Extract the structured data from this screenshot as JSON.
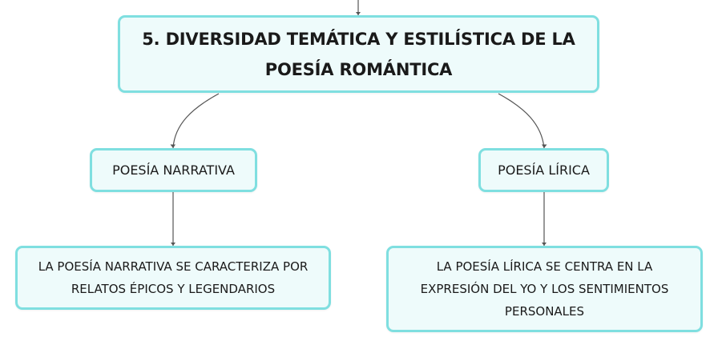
{
  "diagram": {
    "type": "concept-map",
    "main_topic": {
      "line1": "5. DIVERSIDAD TEMÁTICA Y ESTILÍSTICA DE LA",
      "line2": "POESÍA ROMÁNTICA"
    },
    "branches": [
      {
        "label": "POESÍA NARRATIVA",
        "description": {
          "line1": "LA POESÍA NARRATIVA SE CARACTERIZA POR",
          "line2": "RELATOS ÉPICOS Y LEGENDARIOS"
        }
      },
      {
        "label": "POESÍA LÍRICA",
        "description": {
          "line1": "LA POESÍA LÍRICA SE CENTRA EN LA",
          "line2": "EXPRESIÓN DEL YO Y LOS SENTIMIENTOS",
          "line3": "PERSONALES"
        }
      }
    ]
  },
  "colors": {
    "node_border": "#7fdfe0",
    "node_fill": "#eefbfb",
    "connector": "#555555",
    "text": "#1a1a1a"
  }
}
